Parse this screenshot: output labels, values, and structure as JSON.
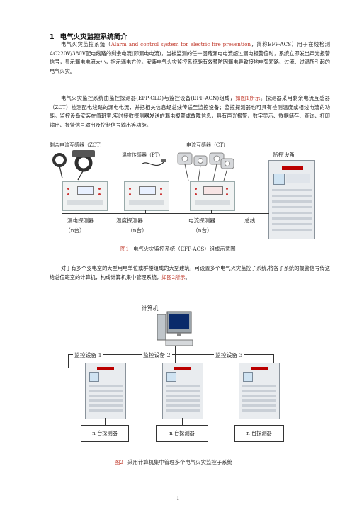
{
  "section": {
    "number": "1",
    "title": "电气火灾监控系统简介"
  },
  "para1": {
    "before": "电气火灾监控系统（",
    "english": "Alarm and control system for electric fire prevention",
    "after": "，简称EFP-ACS）用于在线检测AC220V/380V配电线路的剩余电流(即漏电电流)，当被监测的任一回路漏电电流超过漏电报警值时，系统立即发出声光报警信号，显示漏电电流大小，指示漏电方位。安装电气火灾监控系统能有效预防因漏电导致接地电弧短路、过流、过温所引起的电气火灾。"
  },
  "para2": {
    "before": "电气火灾监控系统由监控探测器(EFP-CLD)与监控设备(EFP-ACN)组成，",
    "ref": "如图1所示",
    "after": "。探测器采用剩余电流互感器（ZCT）检测配电线路的漏电电流，并把相关信息经总线传送至监控设备；监控探测器也可具有检测温度或相线电流的功能。监控设备安装在值班室,实时接收探测器发送的漏电报警或故障信息，具有声光报警、数字显示、数据储存、查询、打印输出、报警信号输出及控制信号输出等功能。"
  },
  "figure1": {
    "labels": {
      "zct": "剩余电流互感器（ZCT）",
      "pt": "温度传感器（PT）",
      "ct": "电流互感器（CT）",
      "monitor": "监控设备",
      "leak": "漏电探测器",
      "temp": "温度探测器",
      "current": "电流探测器",
      "bus": "总线",
      "n1": "（n台）",
      "n2": "（n台）",
      "n3": "（n台）"
    },
    "caption_num": "图1",
    "caption": "电气火灾监控系统（EFP-ACS）组成示意图"
  },
  "para3": {
    "before": "对于有多个变电室的大型用电单位或群楼组成的大型建筑，可设置多个电气火灾监控子系统,将各子系统的报警信号传送给总值班室的计算机，构成计算机集中管理系统，",
    "ref": "如图2所示",
    "after": "。"
  },
  "figure2": {
    "computer": "计算机",
    "monitors": [
      "监控设备 1",
      "监控设备 2",
      "监控设备 3"
    ],
    "detectors": [
      "n 台探测器",
      "n 台探测器",
      "n 台探测器"
    ],
    "caption_num": "图2",
    "caption": "采用计算机集中管理多个电气火灾监控子系统"
  },
  "page_number": "1"
}
